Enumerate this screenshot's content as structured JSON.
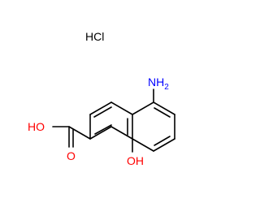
{
  "molecule": {
    "salt_label": "HCl",
    "amine": {
      "main": "NH",
      "subscript": "2"
    },
    "carboxyl_oh": "HO",
    "carbonyl_o": "O",
    "hydroxyl": "OH"
  },
  "colors": {
    "bond": "#000000",
    "nitrogen": "#0000ff",
    "oxygen": "#ff0000",
    "salt": "#000000"
  }
}
